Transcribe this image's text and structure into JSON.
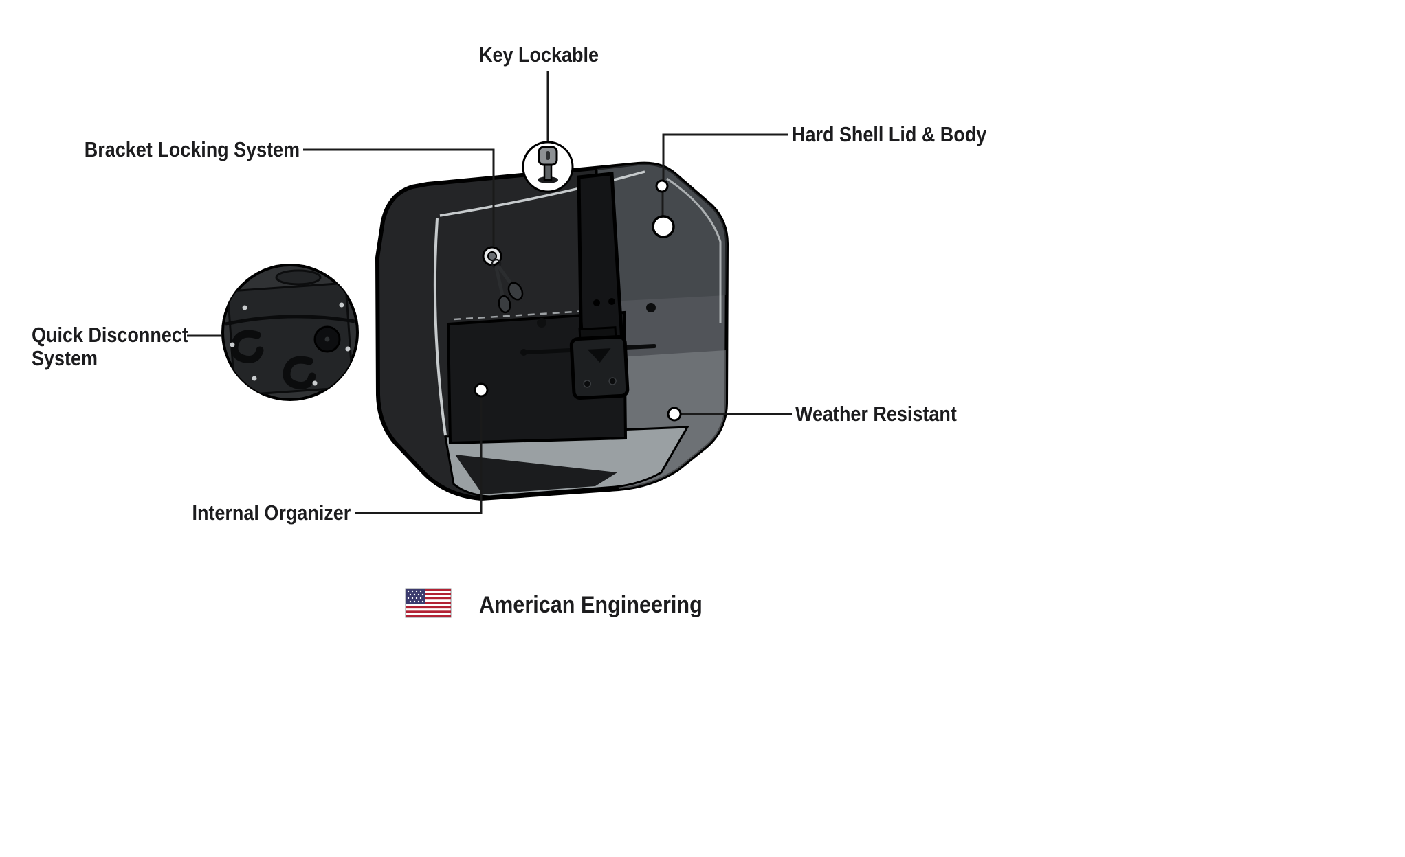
{
  "callouts": {
    "key_lockable": {
      "label": "Key Lockable"
    },
    "hard_shell": {
      "label": "Hard Shell Lid & Body"
    },
    "bracket_locking": {
      "label": "Bracket Locking System"
    },
    "quick_disconnect": {
      "label_line1": "Quick Disconnect",
      "label_line2": "System"
    },
    "weather_resistant": {
      "label": "Weather Resistant"
    },
    "internal_organizer": {
      "label": "Internal Organizer"
    }
  },
  "footer": {
    "label": "American Engineering",
    "flag_icon": "us-flag-icon"
  },
  "illustration": {
    "subject": "hard shell motorcycle saddlebag with locking strap, top key, and quick-disconnect back plate inset",
    "colors": {
      "shell_dark": "#242527",
      "shell_mid": "#515459",
      "interior_light": "#9aa0a3",
      "outline_light": "#c6cacc",
      "callout_line": "#1a1a1a",
      "strap_black": "#141517",
      "flag_red": "#b22234",
      "flag_blue": "#3c3b6e"
    }
  }
}
